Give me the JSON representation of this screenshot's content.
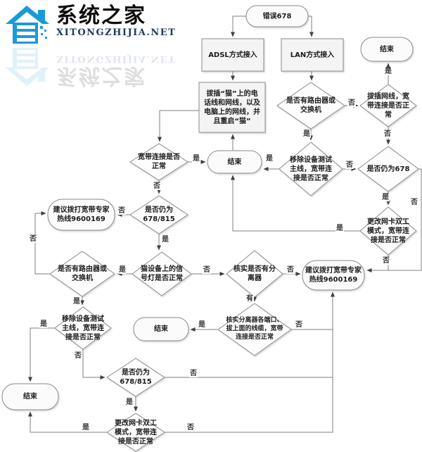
{
  "logo": {
    "title": "系统之家",
    "subtitle": "XITONGZHIJIA.NET"
  },
  "branch_labels": {
    "yes": "是",
    "no": "否",
    "has": "有"
  },
  "nodes": {
    "start": "错误678",
    "adsl": "ADSL方式接入",
    "lan": "LAN方式接入",
    "end_top": "结束",
    "replug_modem": "拔插“猫”上的电\n话线和网线，以及\n电脑上的网线，并\n且重启“猫”",
    "router_top": "是否有路由器或\n交换机",
    "replug_cable": "拔插网线，宽\n带连接是否正\n常",
    "broadband_ok": "宽带连接是否\n正常",
    "end_mid": "结束",
    "remove_devices_top": "移除设备测试\n主线，宽带连\n接是否正常",
    "still_678": "是否仍为678",
    "hotline_left": "建议拨打宽带专家\n热线9600169",
    "still_678_815_left": "是否仍为\n678/815",
    "duplex_right": "更改网卡双工\n模式，宽带连\n接是否正常",
    "router_left": "是否有路由器或\n交换机",
    "modem_lights": "猫设备上的信\n号灯是否正常",
    "splitter_check": "核实是否有分\n离器",
    "hotline_right": "建议拨打宽带专家\n热线9600169",
    "remove_devices_left": "移除设备测试\n主线，宽带连\n接是否正常",
    "end_mid_bottom": "结束",
    "splitter_ports": "核实分离器各端口、\n拔上面的线缆，宽带\n连接是否正常",
    "still_678_815_bottom": "是否仍为\n678/815",
    "end_bottom": "结束",
    "duplex_bottom": "更改网卡双工\n模式，宽带连\n接是否正常"
  },
  "edges": [
    {
      "from": "start",
      "to": "adsl",
      "label": ""
    },
    {
      "from": "start",
      "to": "lan",
      "label": ""
    },
    {
      "from": "adsl",
      "to": "replug_modem",
      "label": ""
    },
    {
      "from": "replug_modem",
      "to": "broadband_ok",
      "label": ""
    },
    {
      "from": "end_mid",
      "to": "replug_modem",
      "label": ""
    },
    {
      "from": "lan",
      "to": "router_top",
      "label": ""
    },
    {
      "from": "router_top",
      "to": "replug_cable",
      "label": "否"
    },
    {
      "from": "router_top",
      "to": "remove_devices_top",
      "label": "是"
    },
    {
      "from": "replug_cable",
      "to": "end_top",
      "label": "是"
    },
    {
      "from": "replug_cable",
      "to": "still_678",
      "label": "否"
    },
    {
      "from": "broadband_ok",
      "to": "end_mid",
      "label": "是"
    },
    {
      "from": "broadband_ok",
      "to": "still_678_815_left",
      "label": "否"
    },
    {
      "from": "remove_devices_top",
      "to": "end_mid",
      "label": "是"
    },
    {
      "from": "remove_devices_top",
      "to": "still_678",
      "label": "否"
    },
    {
      "from": "still_678",
      "to": "duplex_right",
      "label": "是"
    },
    {
      "from": "still_678",
      "to": "hotline_right",
      "label": "否"
    },
    {
      "from": "duplex_right",
      "to": "end_mid",
      "label": "是"
    },
    {
      "from": "duplex_right",
      "to": "hotline_right",
      "label": "否"
    },
    {
      "from": "still_678_815_left",
      "to": "hotline_left",
      "label": "否"
    },
    {
      "from": "still_678_815_left",
      "to": "modem_lights",
      "label": "是"
    },
    {
      "from": "modem_lights",
      "to": "router_left",
      "label": "是"
    },
    {
      "from": "modem_lights",
      "to": "splitter_check",
      "label": "否"
    },
    {
      "from": "router_left",
      "to": "hotline_left",
      "label": "否"
    },
    {
      "from": "router_left",
      "to": "remove_devices_left",
      "label": "是"
    },
    {
      "from": "splitter_check",
      "to": "splitter_ports",
      "label": "有"
    },
    {
      "from": "splitter_check",
      "to": "hotline_right",
      "label": "否"
    },
    {
      "from": "remove_devices_left",
      "to": "end_bottom",
      "label": "是"
    },
    {
      "from": "remove_devices_left",
      "to": "still_678_815_bottom",
      "label": "否"
    },
    {
      "from": "splitter_ports",
      "to": "end_mid_bottom",
      "label": "是"
    },
    {
      "from": "splitter_ports",
      "to": "hotline_right",
      "label": "否"
    },
    {
      "from": "still_678_815_bottom",
      "to": "duplex_bottom",
      "label": "是"
    },
    {
      "from": "still_678_815_bottom",
      "to": "hotline_right",
      "label": "否"
    },
    {
      "from": "duplex_bottom",
      "to": "end_bottom",
      "label": "是"
    },
    {
      "from": "duplex_bottom",
      "to": "hotline_right",
      "label": "否"
    }
  ]
}
